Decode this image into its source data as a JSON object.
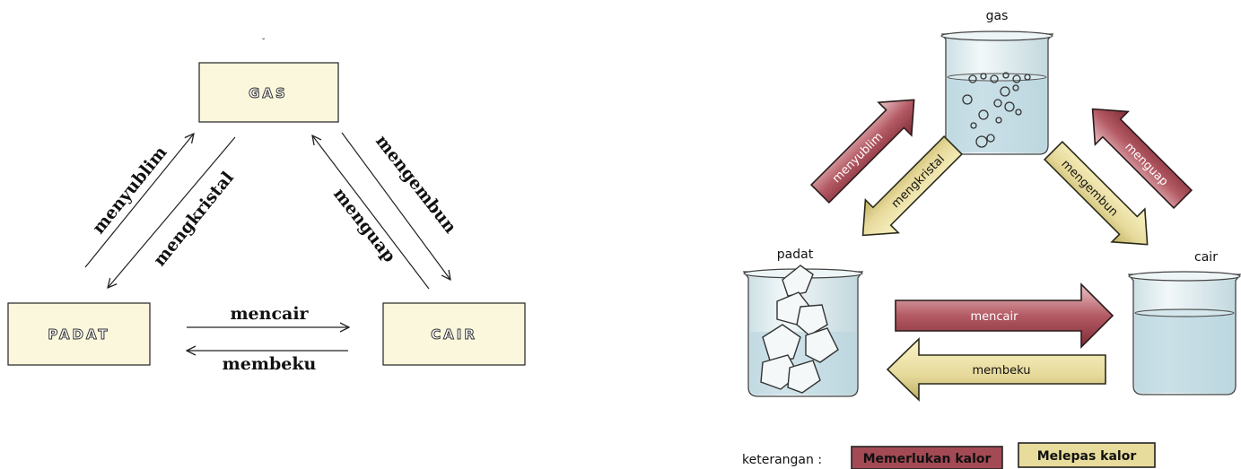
{
  "left_diagram": {
    "states": {
      "gas": "GAS",
      "padat": "PADAT",
      "cair": "CAIR"
    },
    "transitions": {
      "menyublim": "menyublim",
      "mengkristal": "mengkristal",
      "mengembun": "mengembun",
      "menguap": "menguap",
      "mencair": "mencair",
      "membeku": "membeku"
    },
    "colors": {
      "box_fill": "#fbf7dc",
      "box_stroke": "#222222"
    }
  },
  "right_diagram": {
    "labels": {
      "gas": "gas",
      "padat": "padat",
      "cair": "cair"
    },
    "arrows": {
      "menyublim": "menyublim",
      "mengkristal": "mengkristal",
      "mengembun": "mengembun",
      "menguap": "menguap",
      "mencair": "mencair",
      "membeku": "membeku"
    },
    "legend": {
      "title": "keterangan :",
      "needs_heat": "Memerlukan kalor",
      "releases_heat": "Melepas kalor"
    },
    "colors": {
      "needs_heat": "#a34a55",
      "needs_heat_light": "#e2b8bd",
      "releases_heat": "#e8dc9c",
      "releases_heat_dark": "#c8b96a",
      "glass": "#d6e6ea",
      "water": "#b9d6df"
    }
  }
}
